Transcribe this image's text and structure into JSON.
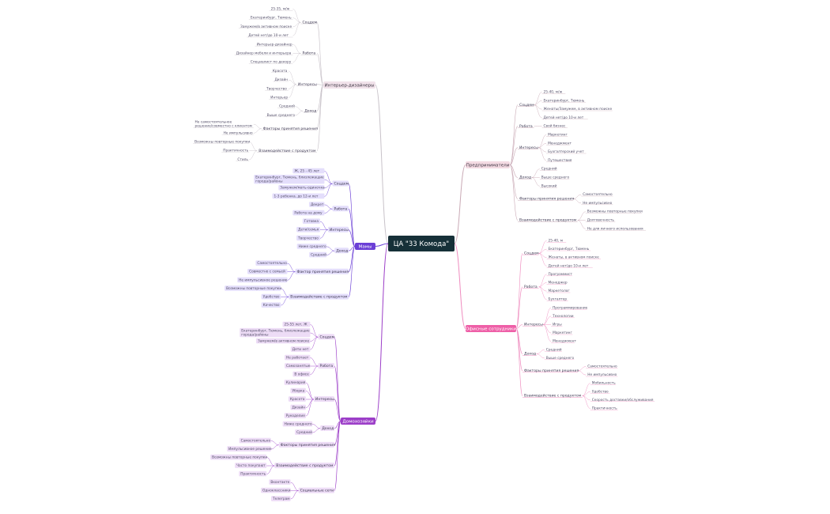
{
  "colors": {
    "center": "#163038",
    "mamy": "#6b3fd6",
    "mamy_leaf": "#e4defb",
    "domo": "#9c3ec8",
    "domo_leaf": "#eddcf6",
    "designers": "#f1e2ea",
    "designers_line": "#c8c2c9",
    "predp": "#f4dbe3",
    "predp_line": "#c9a9b5",
    "office": "#ee5fa7",
    "office_line": "#ef8cbf"
  },
  "center": {
    "label": "ЦА \"33 Комода\""
  },
  "branches": [
    {
      "label": "Интерьер-дизайнеры",
      "side": "left",
      "style": "outline",
      "groups": [
        {
          "label": "Соцдем",
          "items": [
            "25-35, м/ж",
            "Екатеринбург, Тюмень",
            "Замужем/в активном поиске",
            "Детей нет/до 10-и лет"
          ]
        },
        {
          "label": "Работа",
          "items": [
            "Интерьер-дизайнер",
            "Дизайнер мебели и интерьера",
            "Специалист по декору"
          ]
        },
        {
          "label": "Интересы",
          "items": [
            "Красота",
            "Дизайн",
            "Творчество",
            "Интерьер"
          ]
        },
        {
          "label": "Доход",
          "items": [
            "Средний",
            "Выше среднего"
          ]
        },
        {
          "label": "Факторы принятия решения",
          "items": [
            "Не самостоятельное решение/совместно с клиентом",
            "Не импульсивно"
          ]
        },
        {
          "label": "Взаимодействие с продуктом",
          "items": [
            "Возможны повторные покупки",
            "Практичность",
            "Стиль"
          ]
        }
      ]
    },
    {
      "label": "Мамы",
      "side": "left",
      "style": "mamy",
      "groups": [
        {
          "label": "Соцдем",
          "items": [
            "Ж, 25 - 45 лет",
            "Екатеринбург, Тюмень, близлежащие города/районы",
            "Замужем/мать-одиночка",
            "1-3 ребенка, до 12-и лет"
          ]
        },
        {
          "label": "Работа",
          "items": [
            "Декрет",
            "Работа на дому"
          ]
        },
        {
          "label": "Интересы",
          "items": [
            "Готовка",
            "Дети/семья",
            "Творчество"
          ]
        },
        {
          "label": "Доход",
          "items": [
            "Ниже среднего",
            "Средний"
          ]
        },
        {
          "label": "Фактор принятия решения",
          "items": [
            "Самостоятельно",
            "Совместно с семьей",
            "Не импульсивное решение"
          ]
        },
        {
          "label": "Взаимодействие с продуктом",
          "items": [
            "Возможны повторные покупки",
            "Удобство",
            "Качество"
          ]
        }
      ]
    },
    {
      "label": "Домохозяйки",
      "side": "left",
      "style": "domo",
      "groups": [
        {
          "label": "Соцдем",
          "items": [
            "25-55 лет, Ж",
            "Екатеринбург, Тюмень, близлежащие города/районы",
            "Замужем/в активном поиске",
            "Дети нет"
          ]
        },
        {
          "label": "Работа",
          "items": [
            "Не работает",
            "Самозанятые",
            "В офисе"
          ]
        },
        {
          "label": "Интересы",
          "items": [
            "Кулинария",
            "Уборка",
            "Красота",
            "Дизайн",
            "Рукоделие"
          ]
        },
        {
          "label": "Доход",
          "items": [
            "Ниже среднего",
            "Средний"
          ]
        },
        {
          "label": "Факторы принятия решения",
          "items": [
            "Самостоятельно",
            "Импульсивное решение"
          ]
        },
        {
          "label": "Взаимодействие с продуктом",
          "items": [
            "Возможны повторные покупки",
            "Часто покупают",
            "Практичность"
          ]
        },
        {
          "label": "Социальные сети",
          "items": [
            "Вконтакте",
            "Одноклассники",
            "Телеграм"
          ]
        }
      ]
    },
    {
      "label": "Предприниматели",
      "side": "right",
      "style": "predp",
      "groups": [
        {
          "label": "Соцдем",
          "items": [
            "25-40, м/ж",
            "Екатеринбург, Тюмень",
            "Женаты/Замужем, в активном поиске",
            "Детей нет/до 10-и лет"
          ]
        },
        {
          "label": "Работа",
          "items": [
            "Свой бизнес"
          ]
        },
        {
          "label": "Интересы",
          "items": [
            "Маркетинг",
            "Менеджмент",
            "Бухгалтерский учет",
            "Путешествия"
          ]
        },
        {
          "label": "Доход",
          "items": [
            "Средний",
            "Выше среднего",
            "Высокий"
          ]
        },
        {
          "label": "Факторы принятия решения",
          "items": [
            "Самостоятельно",
            "Не импульсивно"
          ]
        },
        {
          "label": "Взаимодействие с продуктом",
          "items": [
            "Возможны повторные покупки",
            "Долговечность",
            "Не для личного использования"
          ]
        }
      ]
    },
    {
      "label": "Офисные сотрудники",
      "side": "right",
      "style": "office",
      "groups": [
        {
          "label": "Соцдем",
          "items": [
            "25-40, м",
            "Екатеринбург, Тюмень",
            "Женаты, в активном поиске",
            "Детей нет/до 10-и лет"
          ]
        },
        {
          "label": "Работа",
          "items": [
            "Программист",
            "Менеджер",
            "Маркетолог",
            "Бухгалтер"
          ]
        },
        {
          "label": "Интересы",
          "items": [
            "Программирование",
            "Технологии",
            "Игры",
            "Маркетинг",
            "Менеджмент"
          ]
        },
        {
          "label": "Доход",
          "items": [
            "Средний",
            "Выше среднего"
          ]
        },
        {
          "label": "Факторы принятия решения",
          "items": [
            "Самостоятельно",
            "Не импульсивно"
          ]
        },
        {
          "label": "Взаимодействие с продуктом",
          "items": [
            "Мобильность",
            "Удобство",
            "Скорость доставки/обслуживания",
            "Практичность"
          ]
        }
      ]
    }
  ]
}
